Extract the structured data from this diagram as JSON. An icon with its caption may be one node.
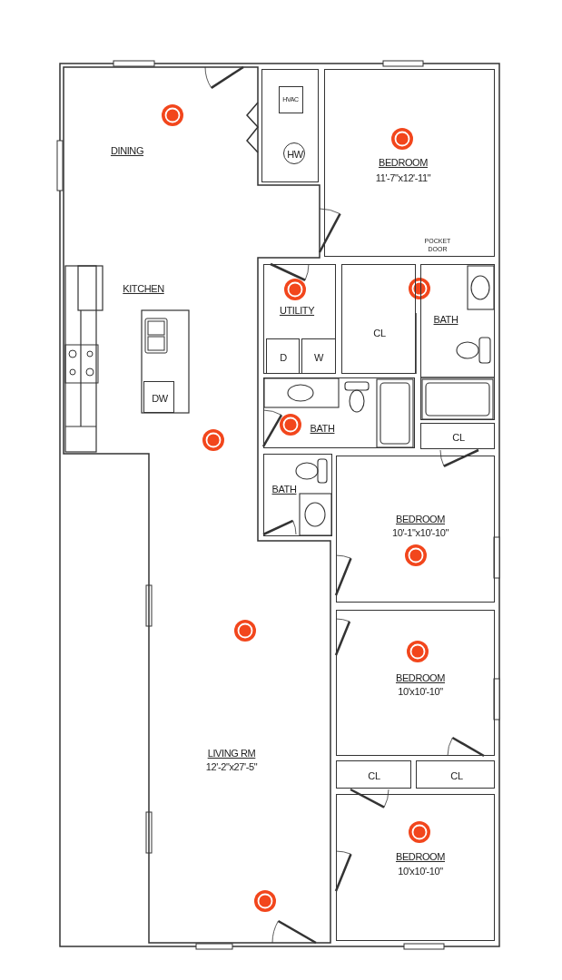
{
  "diagram": {
    "nodes": [
      {
        "text": [
          "DINING",
          "KITCHEN",
          "LIVING RM",
          "12'-2\"x27'-5\""
        ]
      },
      {
        "text": [],
        "shape": "box"
      },
      {
        "text": [
          "HVAC"
        ],
        "in": 1
      },
      {
        "text": [
          "HW"
        ],
        "in": 1
      },
      {
        "text": [
          "BEDROOM",
          "11'-7\"x12'-11\""
        ]
      },
      {
        "text": [
          "UTILITY"
        ]
      },
      {
        "text": [
          "D"
        ],
        "in": 5
      },
      {
        "text": [
          "W"
        ],
        "in": 5
      },
      {
        "text": [
          "CL"
        ]
      },
      {
        "text": [
          "BATH"
        ]
      },
      {
        "text": [
          "DW"
        ],
        "in": 0
      },
      {
        "text": [
          "BATH"
        ]
      },
      {
        "text": [
          "CL"
        ]
      },
      {
        "text": [
          "BATH"
        ]
      },
      {
        "text": [
          "BEDROOM",
          "10'-1\"x10'-10\""
        ]
      },
      {
        "text": [
          "BEDROOM",
          "10'x10'-10\""
        ]
      },
      {
        "text": [
          "CL"
        ]
      },
      {
        "text": [
          "CL"
        ]
      },
      {
        "text": [
          "BEDROOM",
          "10'x10'-10\""
        ]
      }
    ],
    "labels": [
      "POCKET DOOR"
    ]
  }
}
